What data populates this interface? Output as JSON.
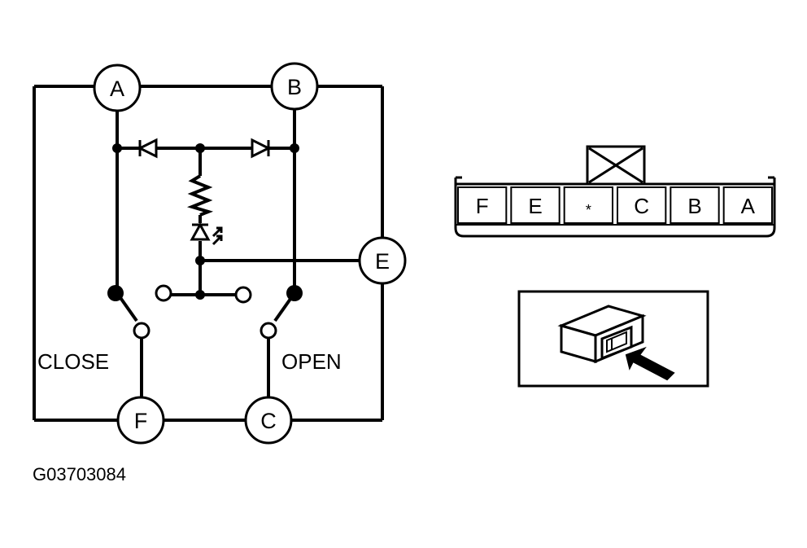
{
  "schematic": {
    "terminals": {
      "A": "A",
      "B": "B",
      "E": "E",
      "F": "F",
      "C": "C"
    },
    "close_label": "CLOSE",
    "open_label": "OPEN"
  },
  "connector": {
    "pins": [
      "F",
      "E",
      "*",
      "C",
      "B",
      "A"
    ]
  },
  "figure_id": "G03703084"
}
